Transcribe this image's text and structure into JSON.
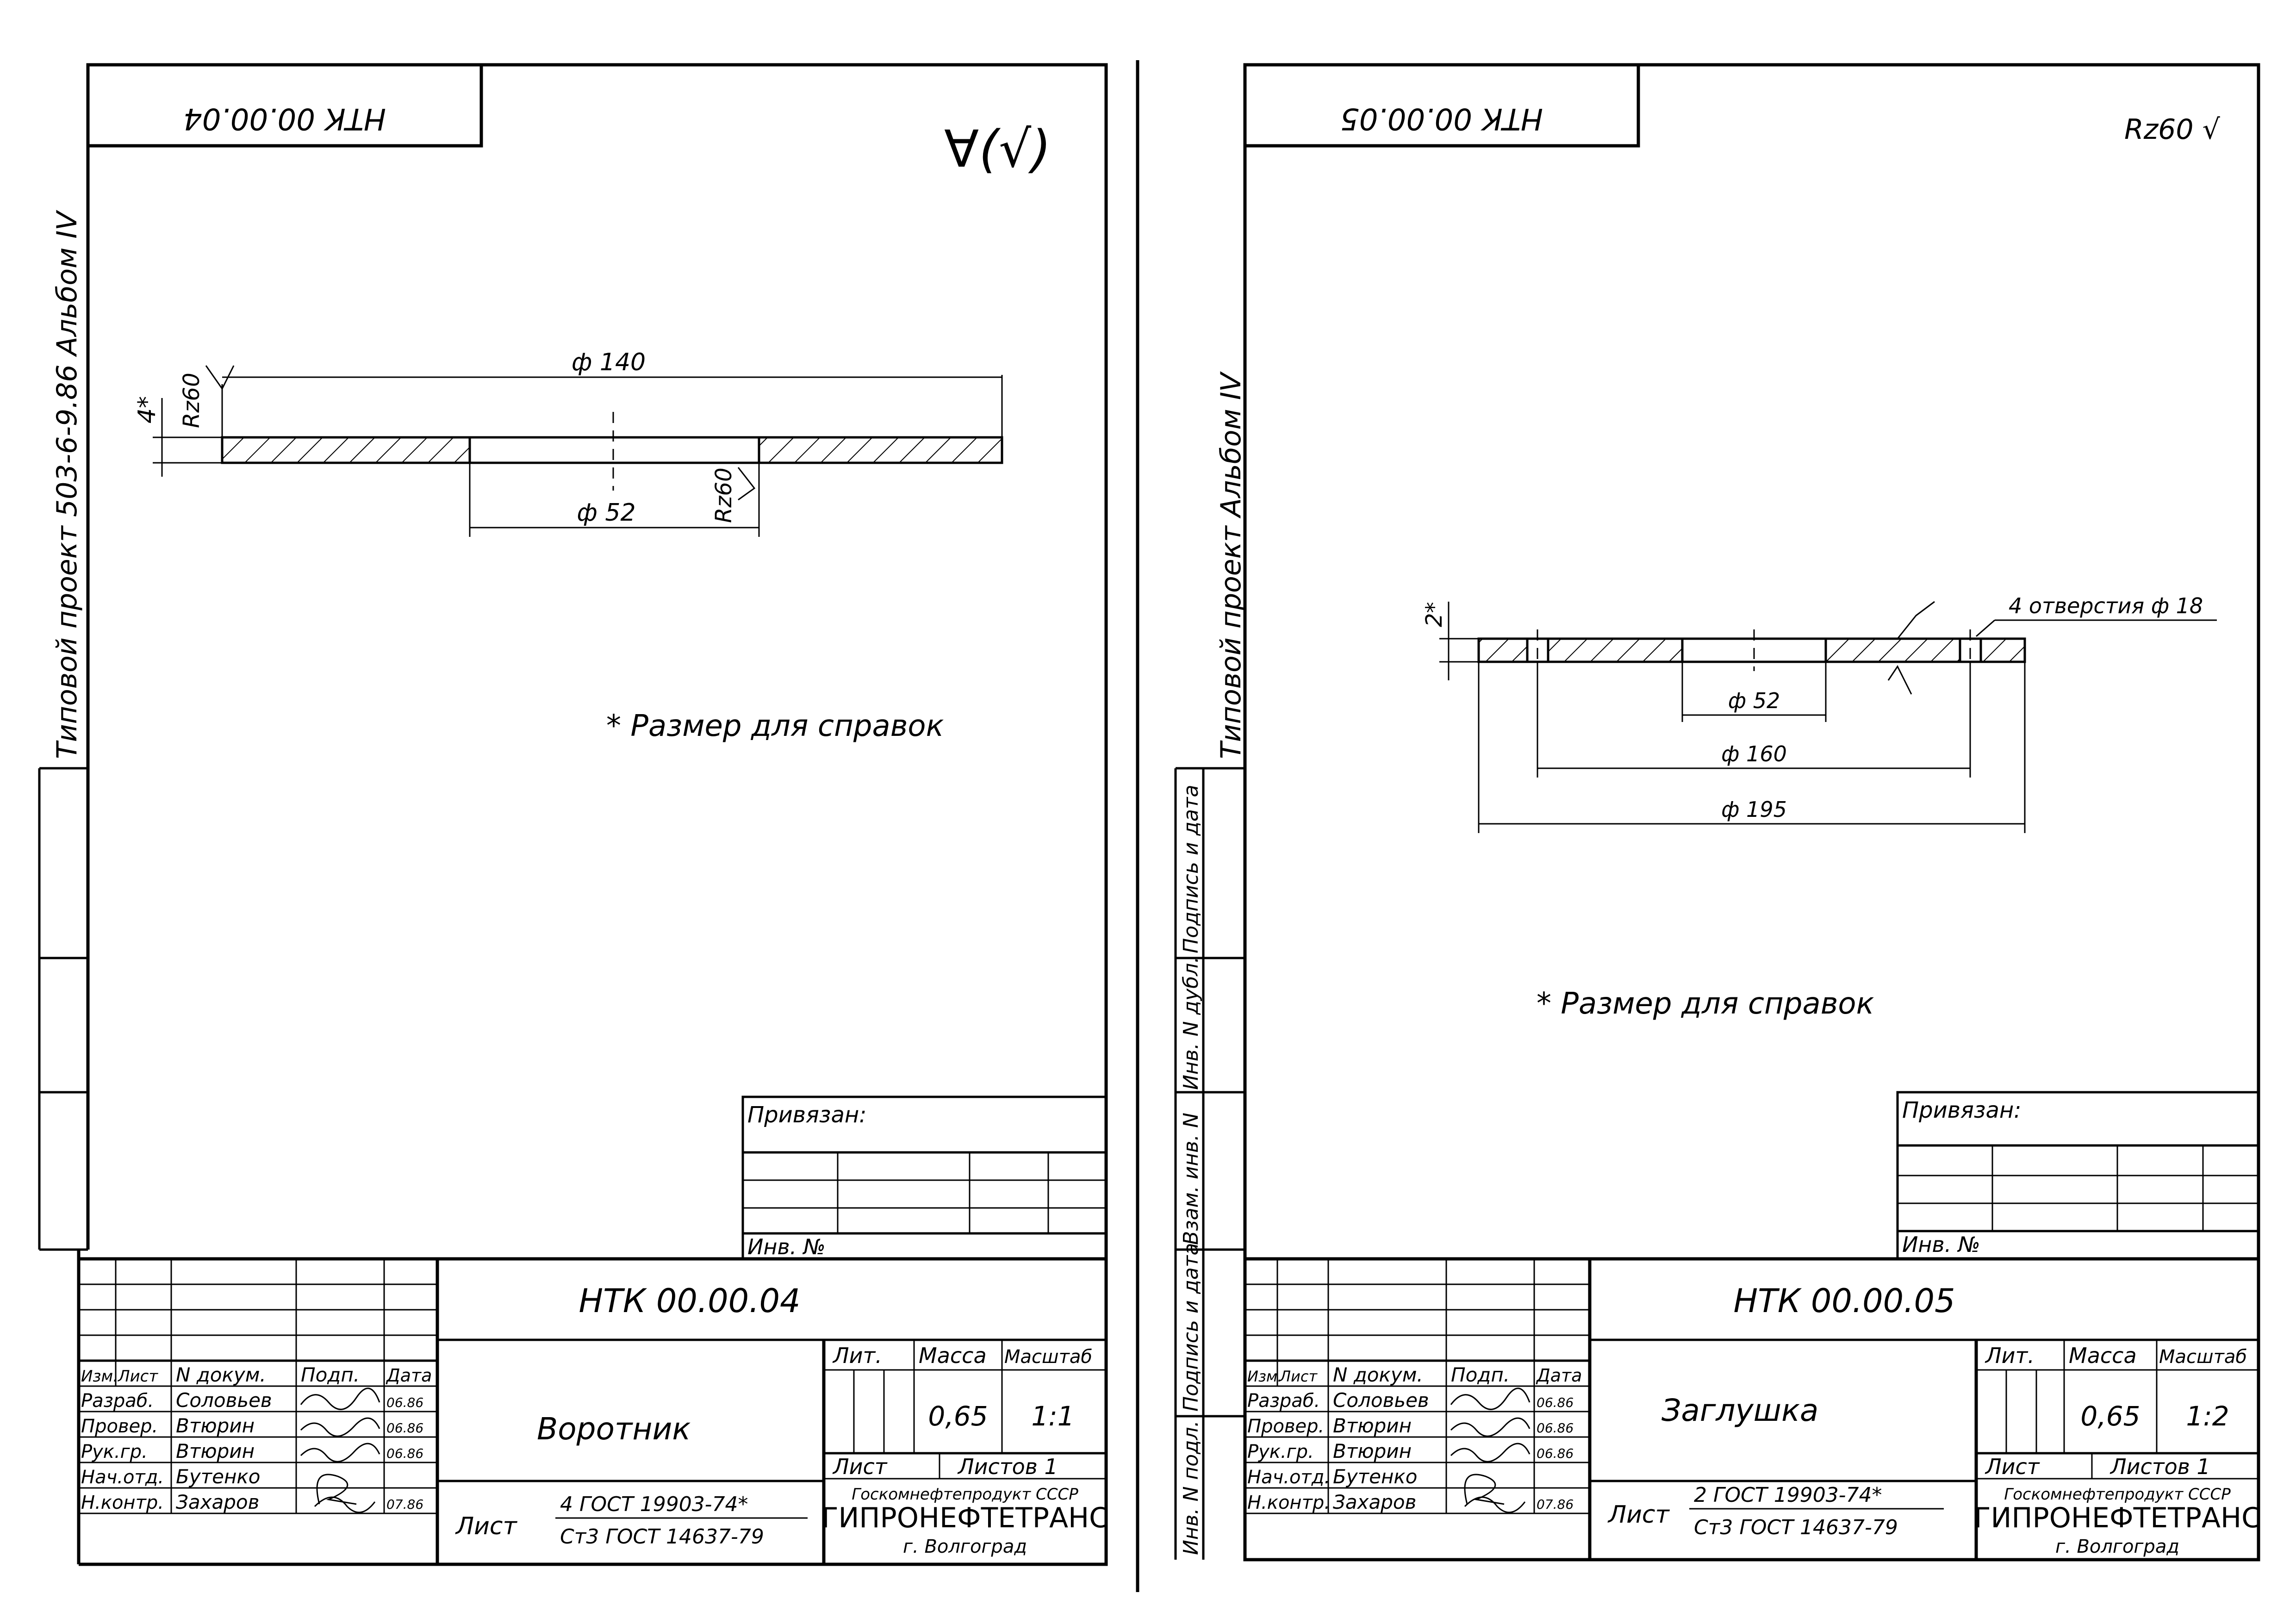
{
  "sheets": [
    {
      "code_top": "НТК 00.00.04",
      "side_label": "Типовой проект 503-6-9.86 Альбом IV",
      "roughness_symbol": "∀(√)",
      "dims": {
        "outer": "ф 140",
        "inner": "ф 52",
        "thickness": "4*",
        "rz_top": "Rz60",
        "rz_bottom": "Rz60"
      },
      "note": "* Размер для справок",
      "privyazan": "Привязан:",
      "inv_no": "Инв. №",
      "title_code": "НТК 00.00.04",
      "part_name": "Воротник",
      "headers": {
        "izm": "Изм.",
        "list": "Лист",
        "ndoc": "N докум.",
        "podp": "Подп.",
        "data": "Дата",
        "lit": "Лит.",
        "massa": "Масса",
        "masshtab": "Масштаб"
      },
      "roles": [
        {
          "role": "Разраб.",
          "name": "Соловьев",
          "date": "06.86"
        },
        {
          "role": "Провер.",
          "name": "Втюрин",
          "date": "06.86"
        },
        {
          "role": "Рук.гр.",
          "name": "Втюрин",
          "date": "06.86"
        },
        {
          "role": "Нач.отд.",
          "name": "Бутенко",
          "date": ""
        },
        {
          "role": "Н.контр.",
          "name": "Захаров",
          "date": "07.86"
        }
      ],
      "mass": "0,65",
      "scale": "1:1",
      "list_label": "Лист",
      "listov": "Листов 1",
      "material_top": "4 ГОСТ 19903-74*",
      "material_bottom": "Ст3 ГОСТ 14637-79",
      "org1": "Госкомнефтепродукт СССР",
      "org2": "ГИПРОНЕФТЕТРАНС",
      "org3": "г. Волгоград"
    },
    {
      "code_top": "НТК 00.00.05",
      "side_label": "Типовой проект Альбом IV",
      "roughness_symbol": "Rz60 √",
      "dims": {
        "d52": "ф 52",
        "d160": "ф 160",
        "d195": "ф 195",
        "thickness": "2*",
        "holes": "4 отверстия ф 18"
      },
      "note": "* Размер для справок",
      "privyazan": "Привязан:",
      "inv_no": "Инв. №",
      "title_code": "НТК 00.00.05",
      "part_name": "Заглушка",
      "headers": {
        "izm": "Изм.",
        "list": "Лист",
        "ndoc": "N докум.",
        "podp": "Подп.",
        "data": "Дата",
        "lit": "Лит.",
        "massa": "Масса",
        "masshtab": "Масштаб"
      },
      "roles": [
        {
          "role": "Разраб.",
          "name": "Соловьев",
          "date": "06.86"
        },
        {
          "role": "Провер.",
          "name": "Втюрин",
          "date": "06.86"
        },
        {
          "role": "Рук.гр.",
          "name": "Втюрин",
          "date": "06.86"
        },
        {
          "role": "Нач.отд.",
          "name": "Бутенко",
          "date": ""
        },
        {
          "role": "Н.контр.",
          "name": "Захаров",
          "date": "07.86"
        }
      ],
      "mass": "0,65",
      "scale": "1:2",
      "list_label": "Лист",
      "listov": "Листов 1",
      "material_top": "2 ГОСТ 19903-74*",
      "material_bottom": "Ст3 ГОСТ 14637-79",
      "org1": "Госкомнефтепродукт СССР",
      "org2": "ГИПРОНЕФТЕТРАНС",
      "org3": "г. Волгоград"
    }
  ],
  "margin_labels": [
    "Подпись и дата",
    "Инв. N дубл.",
    "Взам. инв. N",
    "Подпись и дата",
    "Инв. N подл."
  ]
}
